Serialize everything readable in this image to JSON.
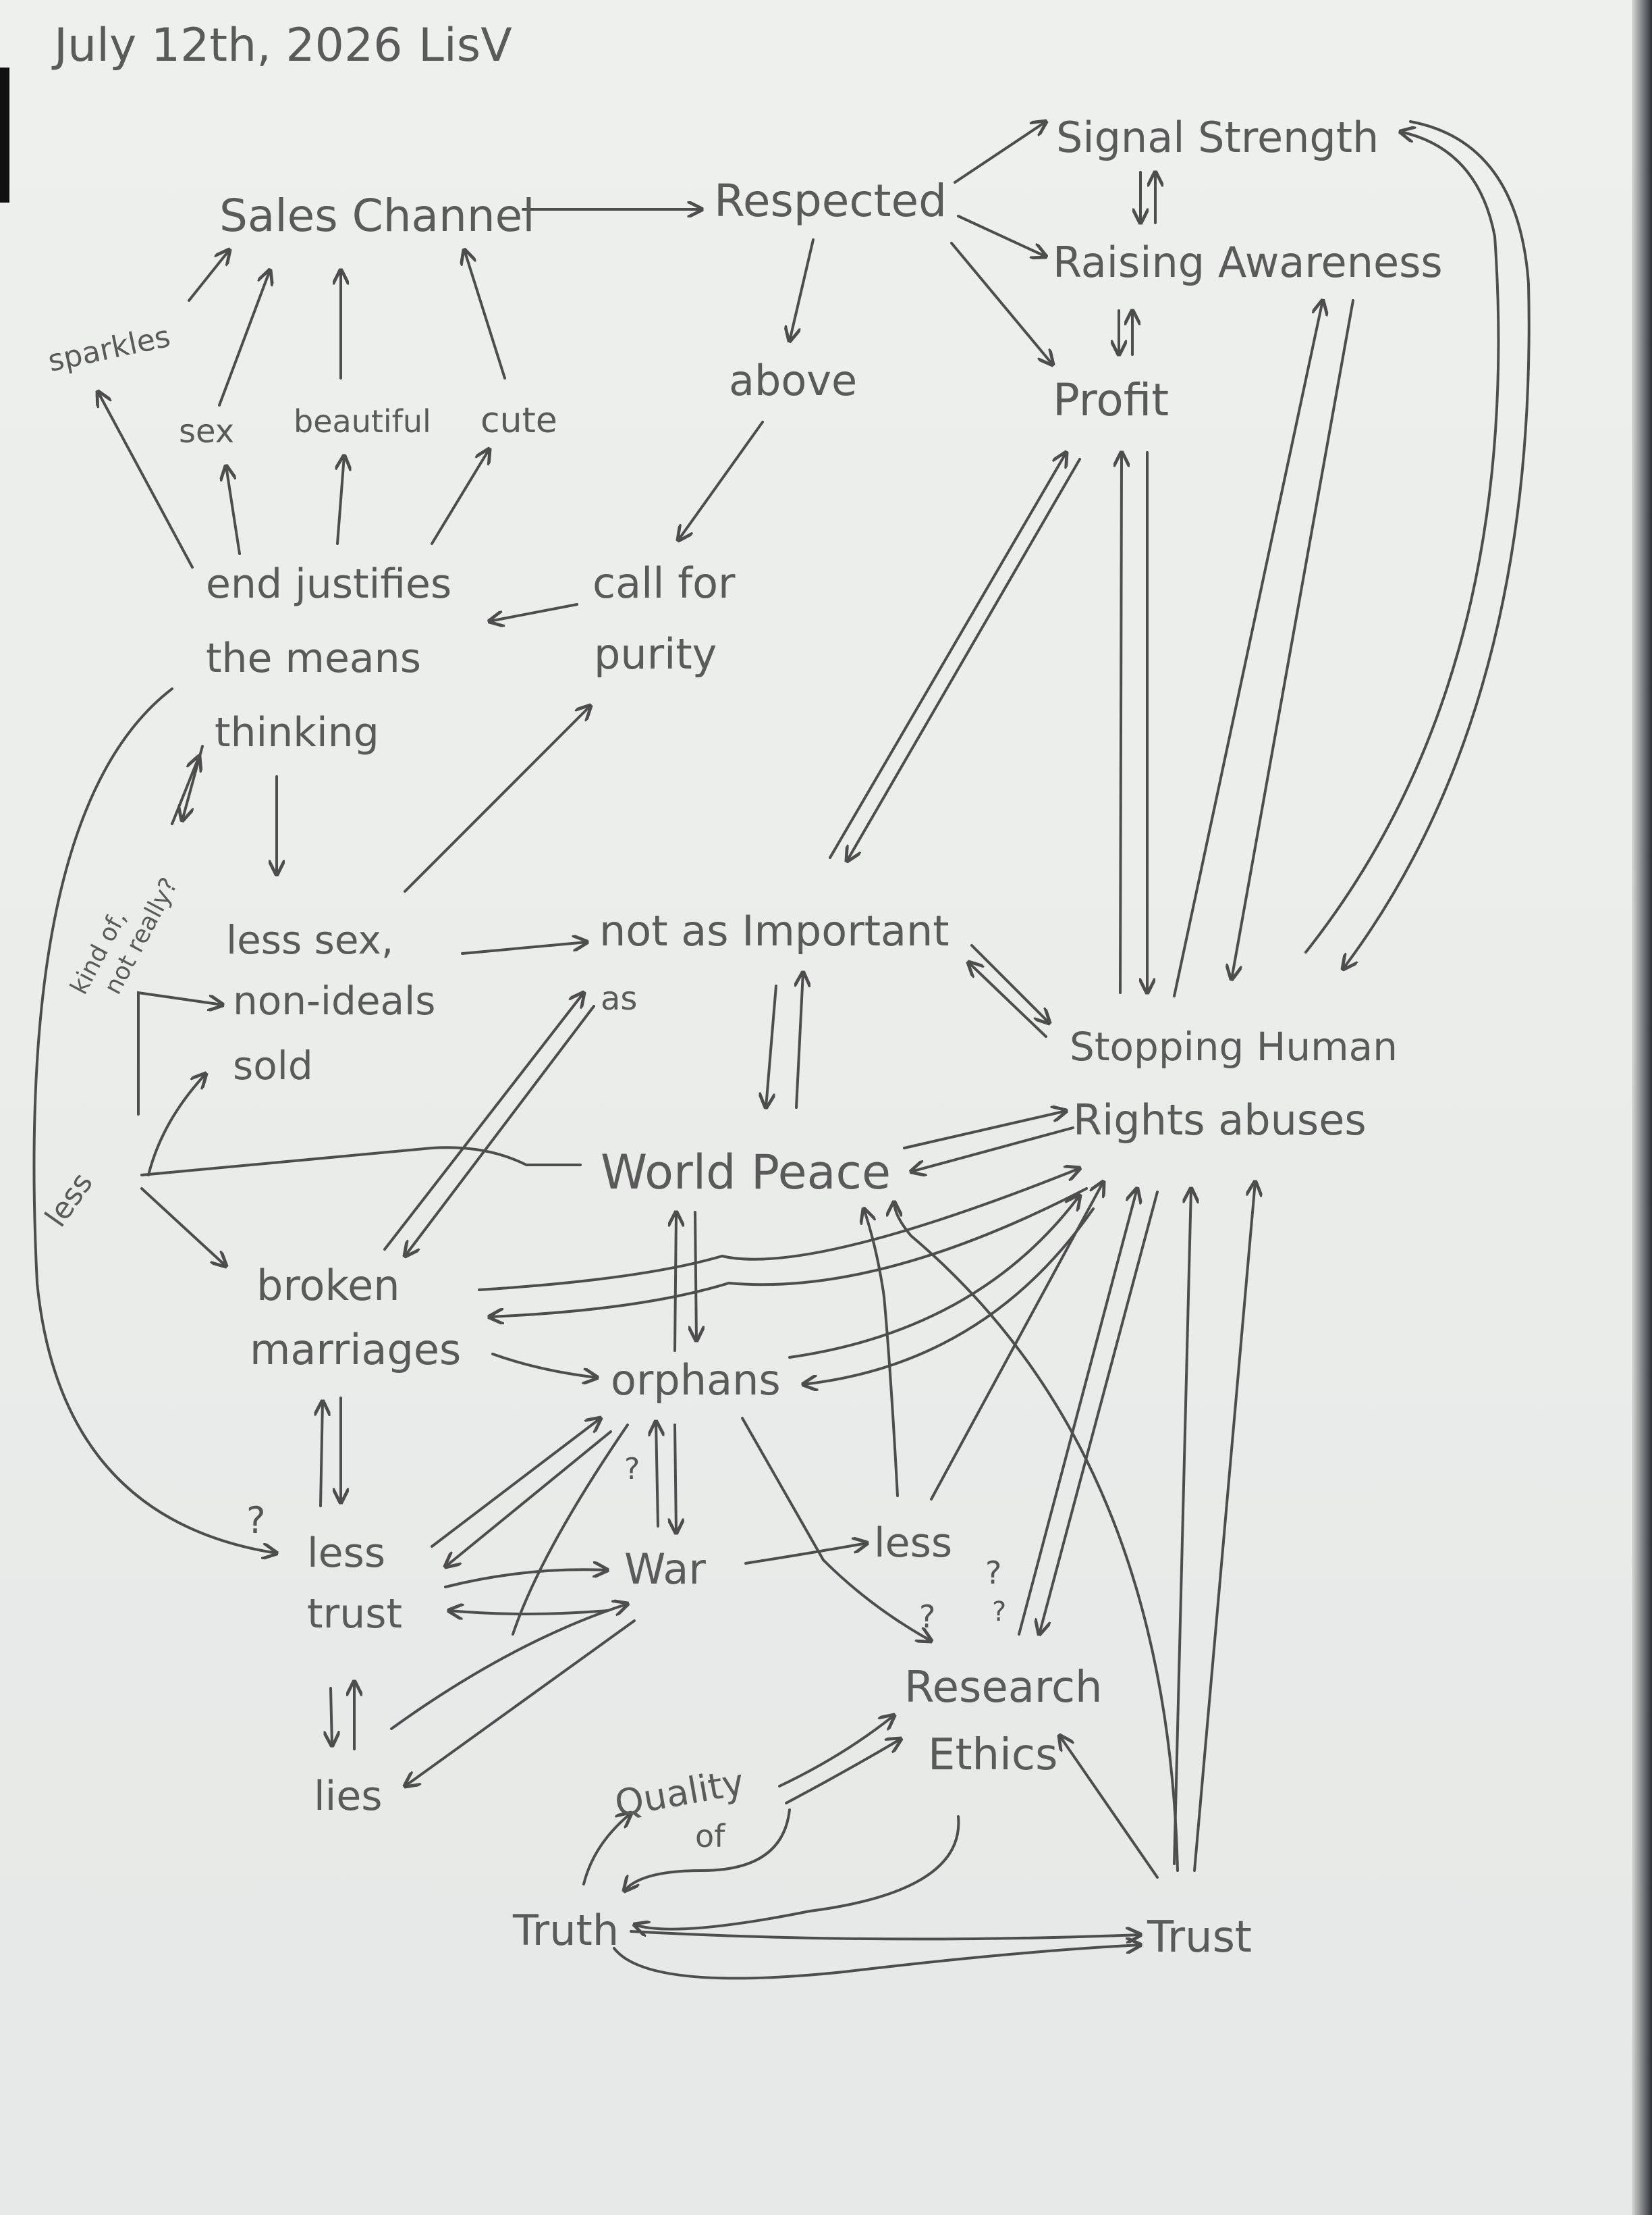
{
  "header": {
    "date": "July 12th, 2026",
    "author": "LisV"
  },
  "nodes": {
    "sales_channel": "Sales Channel",
    "respected": "Respected",
    "signal_strength": "Signal Strength",
    "raising_awareness": "Raising Awareness",
    "profit": "Profit",
    "above": "above",
    "sparkles": "sparkles",
    "sex": "sex",
    "beautiful": "beautiful",
    "cute": "cute",
    "end_justifies_l1": "end justifies",
    "end_justifies_l2": "the means",
    "end_justifies_l3": "thinking",
    "call_for_l1": "call for",
    "call_for_l2": "purity",
    "not_important_l1": "not as Important",
    "not_important_l2": "as",
    "kind_of_l1": "kind of,",
    "kind_of_l2": "not really?",
    "less_sex_l1": "less sex,",
    "less_sex_l2": "non-ideals",
    "less_sex_l3": "sold",
    "stopping_l1": "Stopping Human",
    "stopping_l2": "Rights abuses",
    "world_peace": "World Peace",
    "less_left": "less",
    "broken_l1": "broken",
    "broken_l2": "marriages",
    "orphans": "orphans",
    "less_trust_l1": "less",
    "less_trust_l2": "trust",
    "war": "War",
    "less_right": "less",
    "research_l1": "Research",
    "research_l2": "Ethics",
    "lies": "lies",
    "quality_l1": "Quality",
    "quality_l2": "of",
    "truth": "Truth",
    "trust": "Trust"
  },
  "question_marks": [
    "?",
    "?",
    "?",
    "?",
    "?"
  ]
}
